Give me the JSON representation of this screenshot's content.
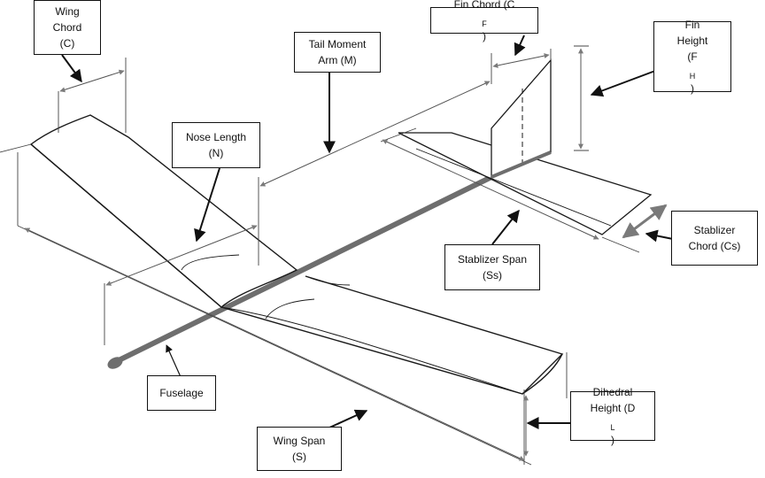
{
  "labels": {
    "wing_chord": {
      "line1": "Wing",
      "line2": "Chord",
      "line3": "(C)"
    },
    "tail_moment": {
      "line1": "Tail Moment",
      "line2": "Arm (M)"
    },
    "nose_length": {
      "line1": "Nose Length",
      "line2": "(N)"
    },
    "fin_chord": {
      "text": "Fin Chord (C",
      "sub": "F",
      "close": ")"
    },
    "fin_height": {
      "line1": "Fin",
      "line2": "Height",
      "paren_open": "(F",
      "sub": "H",
      "close": ")"
    },
    "stab_chord": {
      "line1": "Stablizer",
      "line2": "Chord (Cs)"
    },
    "stab_span": {
      "line1": "Stablizer Span",
      "line2": "(Ss)"
    },
    "fuselage": {
      "text": "Fuselage"
    },
    "dihedral": {
      "line1": "Dihedral",
      "line2": "Height (D",
      "sub": "L",
      "close": ")"
    },
    "wing_span": {
      "line1": "Wing Span",
      "line2": "(S)"
    }
  },
  "colors": {
    "line": "#1a1a1a",
    "fuselage": "#6e6e6e",
    "arrow": "#111111",
    "dim_arrow": "#7a7a7a"
  }
}
